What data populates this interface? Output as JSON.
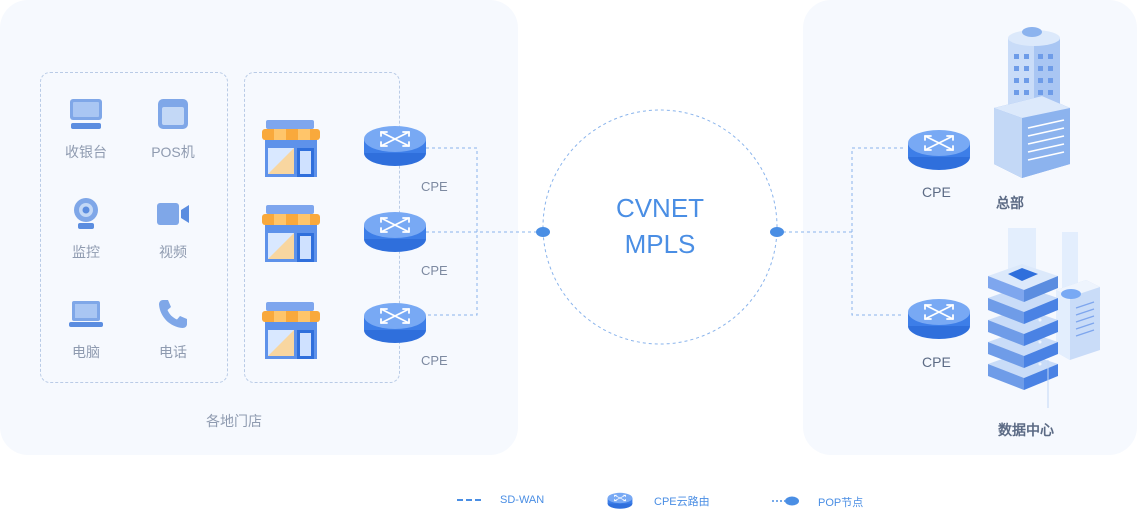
{
  "devices": {
    "cashier": "收银台",
    "pos": "POS机",
    "monitor": "监控",
    "video": "视频",
    "computer": "电脑",
    "phone": "电话"
  },
  "stores_label": "各地门店",
  "cpe_label": "CPE",
  "cloud": {
    "line1": "CVNET",
    "line2": "MPLS"
  },
  "sites": {
    "hq": "总部",
    "datacenter": "数据中心"
  },
  "legend": {
    "sdwan": "SD-WAN",
    "cpe_router": "CPE云路由",
    "pop": "POP节点"
  },
  "colors": {
    "accent": "#4a8ee4",
    "dashed_line": "#8ab4ec",
    "panel_bg": "#f6f9fe",
    "store_awning": "#f9a93c"
  }
}
